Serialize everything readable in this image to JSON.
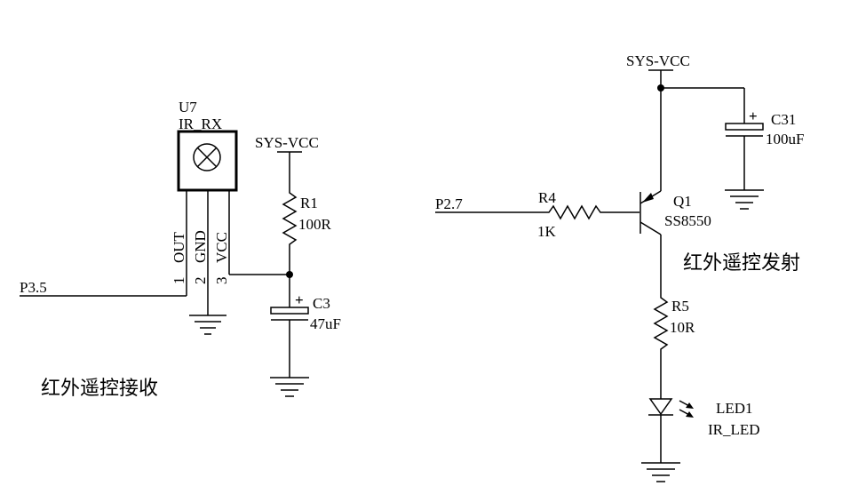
{
  "receiver": {
    "ic_ref": "U7",
    "ic_value": "IR_RX",
    "pin1": "1",
    "pin1_name": "OUT",
    "pin2": "2",
    "pin2_name": "GND",
    "pin3": "3",
    "pin3_name": "VCC",
    "net_in": "P3.5",
    "supply": "SYS-VCC",
    "r1_ref": "R1",
    "r1_value": "100R",
    "c3_ref": "C3",
    "c3_value": "47uF",
    "title": "红外遥控接收"
  },
  "transmitter": {
    "supply": "SYS-VCC",
    "c31_ref": "C31",
    "c31_value": "100uF",
    "net_in": "P2.7",
    "r4_ref": "R4",
    "r4_value": "1K",
    "q1_ref": "Q1",
    "q1_value": "SS8550",
    "r5_ref": "R5",
    "r5_value": "10R",
    "led_ref": "LED1",
    "led_value": "IR_LED",
    "title": "红外遥控发射"
  },
  "polarity_mark": "+"
}
